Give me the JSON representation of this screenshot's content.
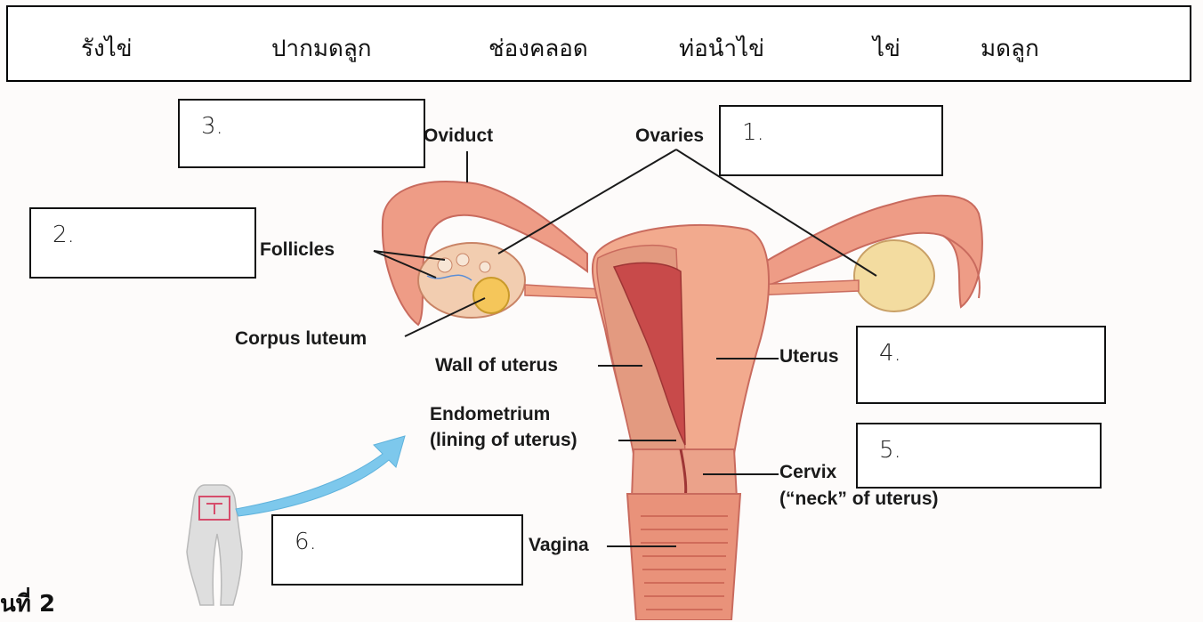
{
  "word_bank": [
    "รังไข่",
    "ปากมดลูก",
    "ช่องคลอด",
    "ท่อนำไข่",
    "ไข่",
    "มดลูก"
  ],
  "answer_boxes": [
    "1.",
    "2.",
    "3.",
    "4.",
    "5.",
    "6."
  ],
  "labels": {
    "oviduct": "Oviduct",
    "ovaries": "Ovaries",
    "follicles": "Follicles",
    "corpus_luteum": "Corpus luteum",
    "wall_of_uterus": "Wall of uterus",
    "uterus": "Uterus",
    "endometrium": "Endometrium",
    "endometrium_sub": "(lining of uterus)",
    "cervix": "Cervix",
    "cervix_sub": "(“neck” of uterus)",
    "vagina": "Vagina"
  },
  "footer": "นที่ 2",
  "colors": {
    "tissue": "#f0a488",
    "tissue_dark": "#d9786a",
    "cavity": "#c84a4a",
    "ovary": "#f3dca0",
    "arrow": "#7dc8ec"
  }
}
